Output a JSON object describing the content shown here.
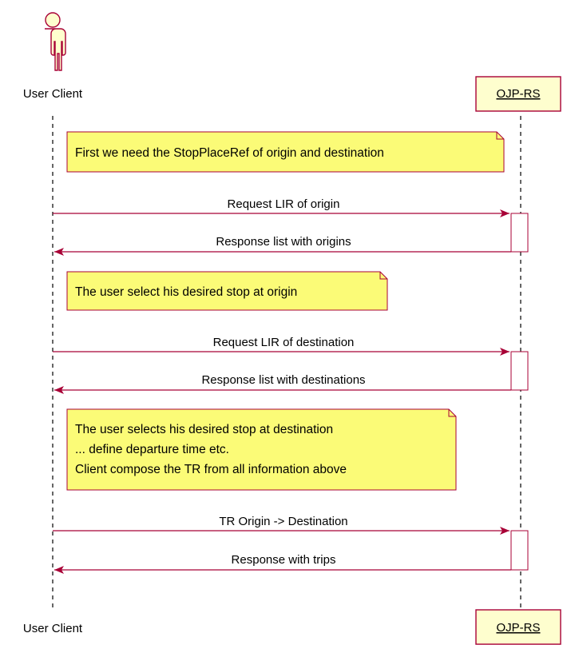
{
  "participants": {
    "user_client": "User Client",
    "ojp_rs": "OJP-RS"
  },
  "notes": {
    "n1": [
      "First we need the StopPlaceRef of origin and destination"
    ],
    "n2": [
      "The user select his desired stop at origin"
    ],
    "n3": [
      "The user selects his desired stop at destination",
      "... define departure time etc.",
      "Client compose the TR from all information above"
    ]
  },
  "messages": {
    "m1": "Request LIR of origin",
    "m2": "Response list with origins",
    "m3": "Request LIR of destination",
    "m4": "Response list with destinations",
    "m5": "TR Origin -> Destination",
    "m6": "Response with trips"
  },
  "colors": {
    "arrow": "#A80036",
    "note_fill": "#FBFB77",
    "note_stroke": "#A80036",
    "actor_fill": "#FEFECE",
    "participant_fill": "#FEFECE",
    "lifeline": "#000000"
  }
}
